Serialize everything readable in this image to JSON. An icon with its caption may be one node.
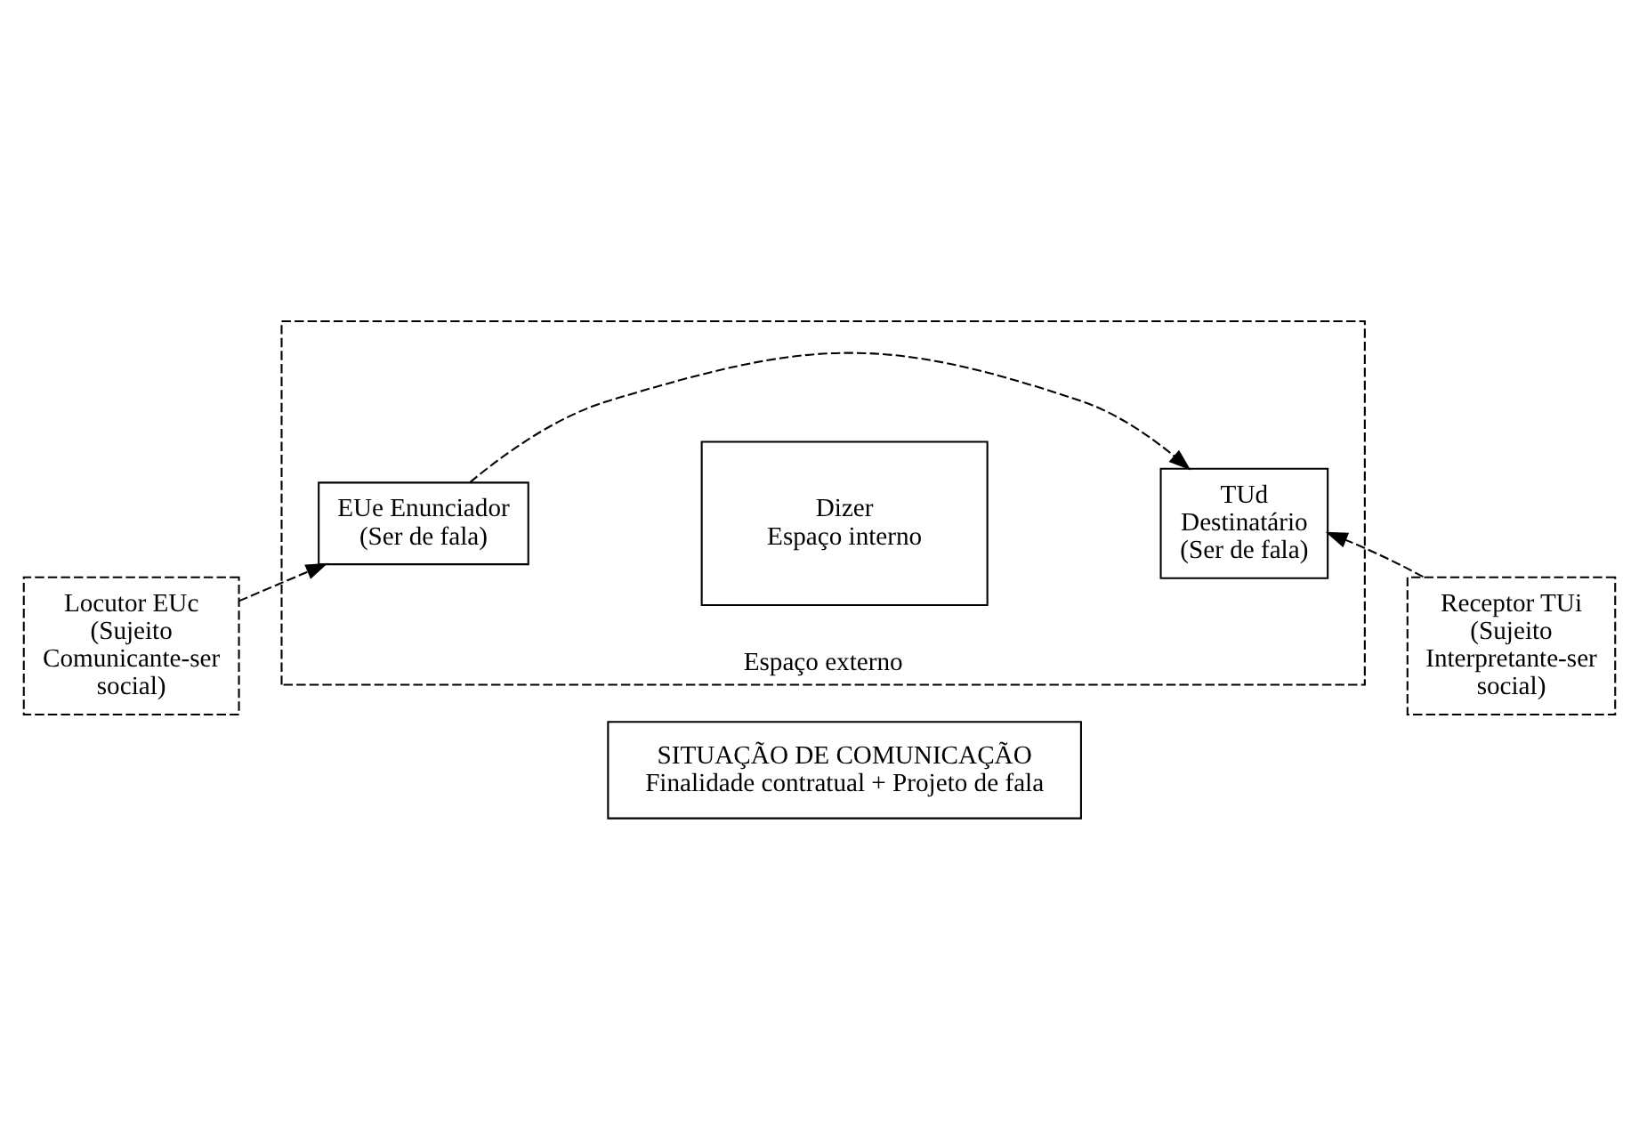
{
  "diagram": {
    "nodes": [
      {
        "text": [
          "SITUAÇÃO DE COMUNICAÇÃO",
          "Finalidade contratual + Projeto de fala"
        ]
      },
      {
        "text": [
          "Espaço externo"
        ]
      },
      {
        "text": [
          "Dizer",
          "Espaço interno"
        ],
        "in": 1
      },
      {
        "text": [
          "Locutor EUc (Sujeito Comunicante-ser social)"
        ]
      },
      {
        "text": [
          "EUe Enunciador (Ser de fala)"
        ],
        "in": 1
      },
      {
        "text": [
          "TUd Destinatário (Ser de fala)"
        ],
        "in": 1
      },
      {
        "text": [
          "Receptor TUi (Sujeito Interpretante-ser social)"
        ]
      }
    ],
    "edges": [
      {
        "from": 3,
        "to": 4,
        "arrow": "to",
        "style": "dashed"
      },
      {
        "from": 4,
        "to": 5,
        "arrow": "to",
        "style": "dashed"
      },
      {
        "from": 6,
        "to": 5,
        "arrow": "to",
        "style": "dashed"
      }
    ]
  }
}
